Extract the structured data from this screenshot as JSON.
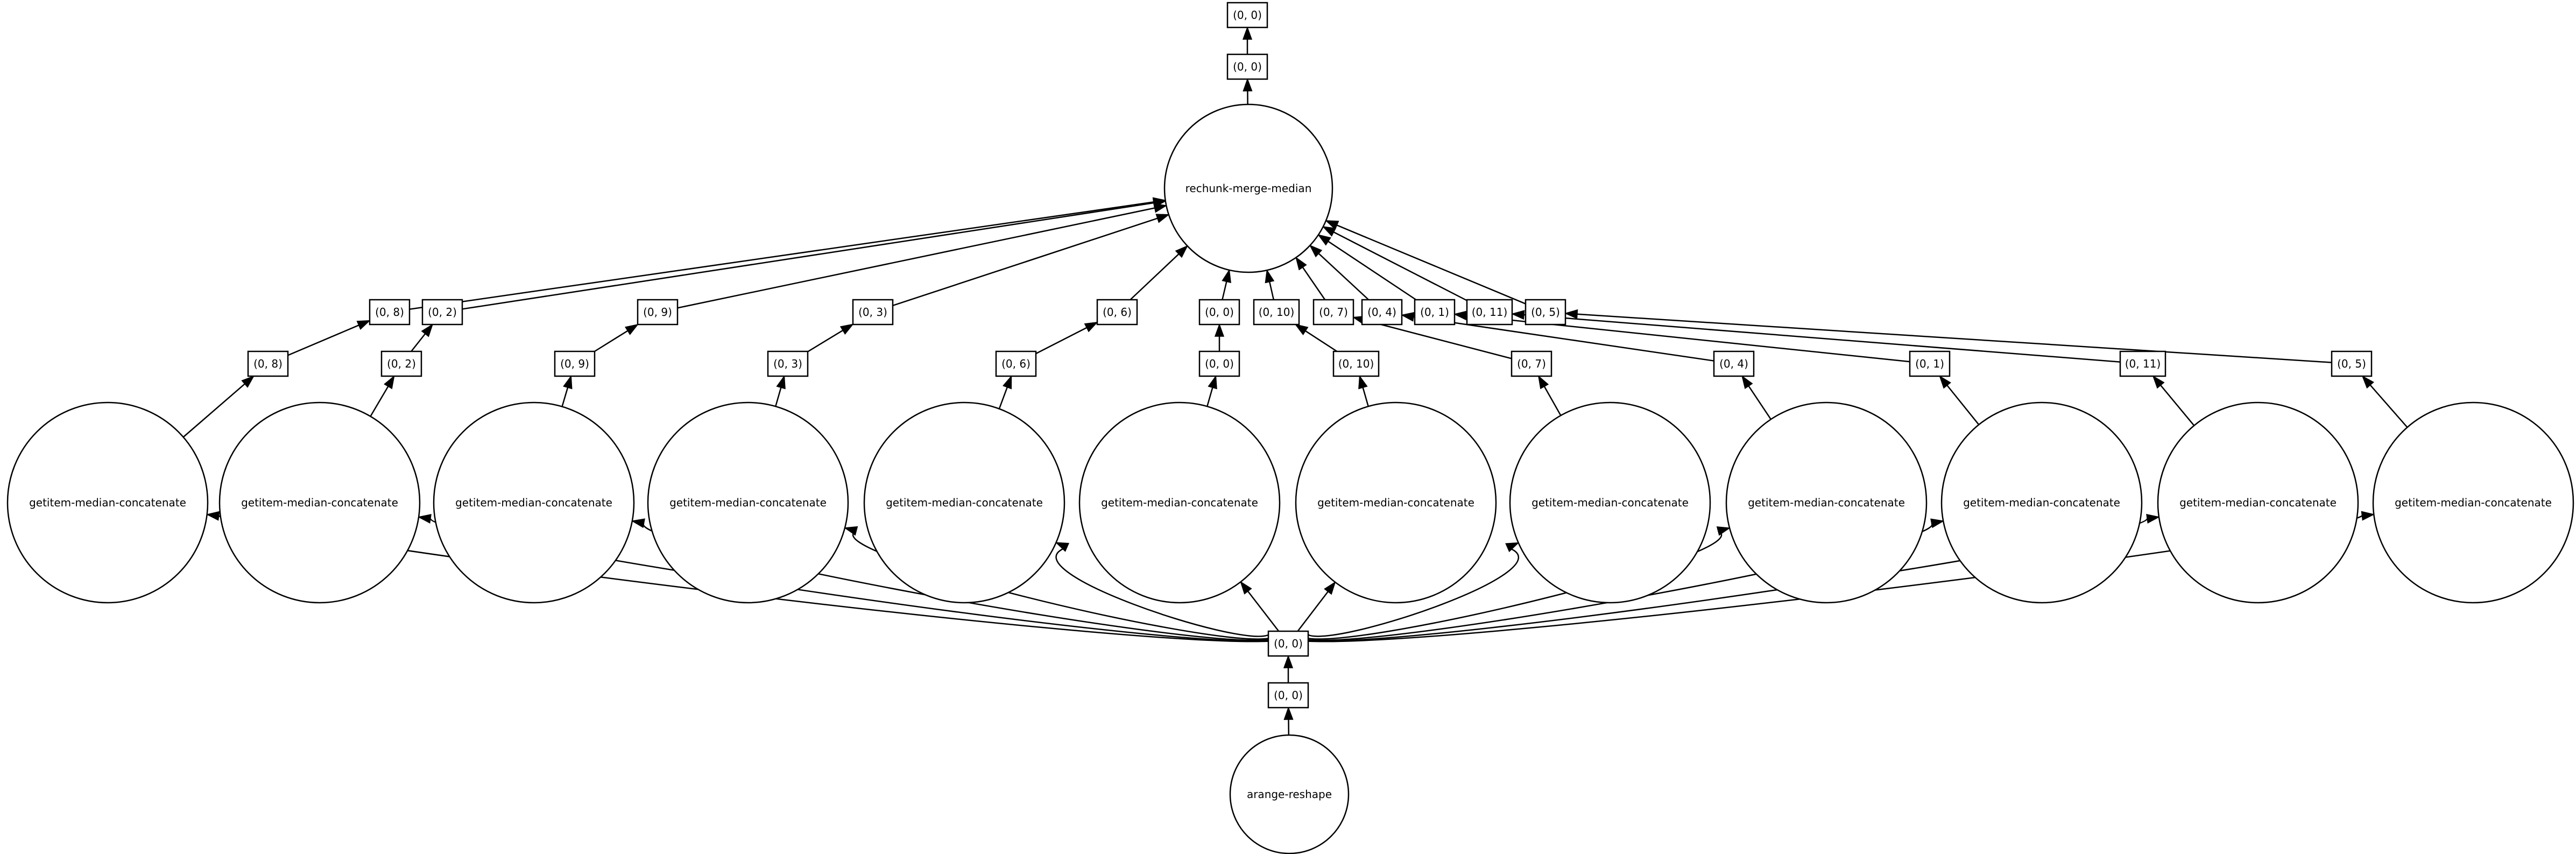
{
  "nodes": [
    {
      "id": "top_out",
      "shape": "box",
      "label": "(0, 0)"
    },
    {
      "id": "top_mid",
      "shape": "box",
      "label": "(0, 0)"
    },
    {
      "id": "merge",
      "shape": "circle",
      "label": "rechunk-merge-median"
    },
    {
      "id": "b8_top",
      "shape": "box",
      "label": "(0, 8)"
    },
    {
      "id": "b2_top",
      "shape": "box",
      "label": "(0, 2)"
    },
    {
      "id": "b9_top",
      "shape": "box",
      "label": "(0, 9)"
    },
    {
      "id": "b3_top",
      "shape": "box",
      "label": "(0, 3)"
    },
    {
      "id": "b6_top",
      "shape": "box",
      "label": "(0, 6)"
    },
    {
      "id": "b0_top",
      "shape": "box",
      "label": "(0, 0)"
    },
    {
      "id": "b10_top",
      "shape": "box",
      "label": "(0, 10)"
    },
    {
      "id": "b7_top",
      "shape": "box",
      "label": "(0, 7)"
    },
    {
      "id": "b4_top",
      "shape": "box",
      "label": "(0, 4)"
    },
    {
      "id": "b1_top",
      "shape": "box",
      "label": "(0, 1)"
    },
    {
      "id": "b11_top",
      "shape": "box",
      "label": "(0, 11)"
    },
    {
      "id": "b5_top",
      "shape": "box",
      "label": "(0, 5)"
    },
    {
      "id": "b8_low",
      "shape": "box",
      "label": "(0, 8)"
    },
    {
      "id": "b2_low",
      "shape": "box",
      "label": "(0, 2)"
    },
    {
      "id": "b9_low",
      "shape": "box",
      "label": "(0, 9)"
    },
    {
      "id": "b3_low",
      "shape": "box",
      "label": "(0, 3)"
    },
    {
      "id": "b6_low",
      "shape": "box",
      "label": "(0, 6)"
    },
    {
      "id": "b0_low",
      "shape": "box",
      "label": "(0, 0)"
    },
    {
      "id": "b10_low",
      "shape": "box",
      "label": "(0, 10)"
    },
    {
      "id": "b7_low",
      "shape": "box",
      "label": "(0, 7)"
    },
    {
      "id": "b4_low",
      "shape": "box",
      "label": "(0, 4)"
    },
    {
      "id": "b1_low",
      "shape": "box",
      "label": "(0, 1)"
    },
    {
      "id": "b11_low",
      "shape": "box",
      "label": "(0, 11)"
    },
    {
      "id": "b5_low",
      "shape": "box",
      "label": "(0, 5)"
    },
    {
      "id": "c1",
      "shape": "circle",
      "label": "getitem-median-concatenate"
    },
    {
      "id": "c2",
      "shape": "circle",
      "label": "getitem-median-concatenate"
    },
    {
      "id": "c3",
      "shape": "circle",
      "label": "getitem-median-concatenate"
    },
    {
      "id": "c4",
      "shape": "circle",
      "label": "getitem-median-concatenate"
    },
    {
      "id": "c5",
      "shape": "circle",
      "label": "getitem-median-concatenate"
    },
    {
      "id": "c6",
      "shape": "circle",
      "label": "getitem-median-concatenate"
    },
    {
      "id": "c7",
      "shape": "circle",
      "label": "getitem-median-concatenate"
    },
    {
      "id": "c8",
      "shape": "circle",
      "label": "getitem-median-concatenate"
    },
    {
      "id": "c9",
      "shape": "circle",
      "label": "getitem-median-concatenate"
    },
    {
      "id": "c10",
      "shape": "circle",
      "label": "getitem-median-concatenate"
    },
    {
      "id": "c11",
      "shape": "circle",
      "label": "getitem-median-concatenate"
    },
    {
      "id": "c12",
      "shape": "circle",
      "label": "getitem-median-concatenate"
    },
    {
      "id": "hub",
      "shape": "box",
      "label": "(0, 0)"
    },
    {
      "id": "hub_low",
      "shape": "box",
      "label": "(0, 0)"
    },
    {
      "id": "source",
      "shape": "circle",
      "label": "arange-reshape"
    }
  ],
  "edges": [
    [
      "top_mid",
      "top_out"
    ],
    [
      "merge",
      "top_mid"
    ],
    [
      "b8_top",
      "merge"
    ],
    [
      "b2_top",
      "merge"
    ],
    [
      "b9_top",
      "merge"
    ],
    [
      "b3_top",
      "merge"
    ],
    [
      "b6_top",
      "merge"
    ],
    [
      "b0_top",
      "merge"
    ],
    [
      "b10_top",
      "merge"
    ],
    [
      "b7_top",
      "merge"
    ],
    [
      "b4_top",
      "merge"
    ],
    [
      "b1_top",
      "merge"
    ],
    [
      "b11_top",
      "merge"
    ],
    [
      "b5_top",
      "merge"
    ],
    [
      "b8_low",
      "b8_top"
    ],
    [
      "b2_low",
      "b2_top"
    ],
    [
      "b9_low",
      "b9_top"
    ],
    [
      "b3_low",
      "b3_top"
    ],
    [
      "b6_low",
      "b6_top"
    ],
    [
      "b0_low",
      "b0_top"
    ],
    [
      "b10_low",
      "b10_top"
    ],
    [
      "b7_low",
      "b7_top"
    ],
    [
      "b4_low",
      "b4_top"
    ],
    [
      "b1_low",
      "b1_top"
    ],
    [
      "b11_low",
      "b11_top"
    ],
    [
      "b5_low",
      "b5_top"
    ],
    [
      "c1",
      "b8_low"
    ],
    [
      "c2",
      "b2_low"
    ],
    [
      "c3",
      "b9_low"
    ],
    [
      "c4",
      "b3_low"
    ],
    [
      "c5",
      "b6_low"
    ],
    [
      "c6",
      "b0_low"
    ],
    [
      "c7",
      "b10_low"
    ],
    [
      "c8",
      "b7_low"
    ],
    [
      "c9",
      "b4_low"
    ],
    [
      "c10",
      "b1_low"
    ],
    [
      "c11",
      "b11_low"
    ],
    [
      "c12",
      "b5_low"
    ],
    [
      "hub",
      "c1"
    ],
    [
      "hub",
      "c2"
    ],
    [
      "hub",
      "c3"
    ],
    [
      "hub",
      "c4"
    ],
    [
      "hub",
      "c5"
    ],
    [
      "hub",
      "c6"
    ],
    [
      "hub",
      "c7"
    ],
    [
      "hub",
      "c8"
    ],
    [
      "hub",
      "c9"
    ],
    [
      "hub",
      "c10"
    ],
    [
      "hub",
      "c11"
    ],
    [
      "hub",
      "c12"
    ],
    [
      "hub_low",
      "hub"
    ],
    [
      "source",
      "hub_low"
    ]
  ]
}
